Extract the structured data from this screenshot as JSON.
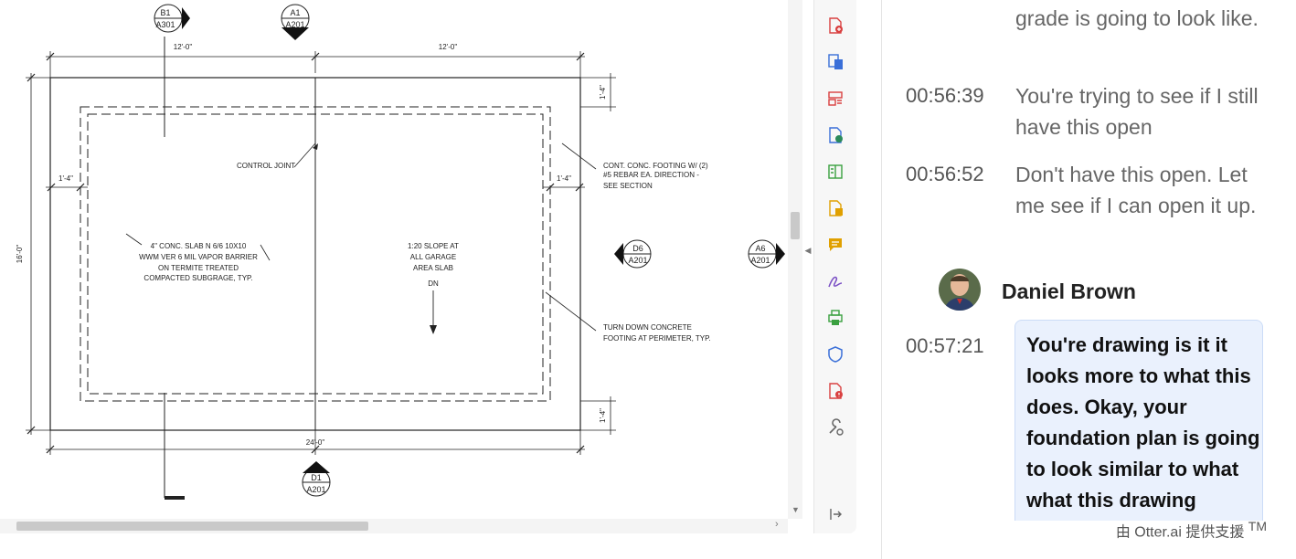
{
  "drawing": {
    "markers": {
      "b1": {
        "top": "B1",
        "bottom": "A301"
      },
      "a1": {
        "top": "A1",
        "bottom": "A201"
      },
      "d6": {
        "top": "D6",
        "bottom": "A201"
      },
      "a6": {
        "top": "A6",
        "bottom": "A201"
      },
      "d1": {
        "top": "D1",
        "bottom": "A201"
      }
    },
    "dims": {
      "top_left": "12'-0\"",
      "top_right": "12'-0\"",
      "bottom": "24'-0\"",
      "left": "16'-0\"",
      "side_left": "1'-4\"",
      "side_right": "1'-4\"",
      "right_top": "1'-4\"",
      "right_bottom": "1'-4\""
    },
    "notes": {
      "control_joint": "CONTROL JOINT",
      "footing_l1": "CONT. CONC. FOOTING W/ (2)",
      "footing_l2": "#5 REBAR EA. DIRECTION -",
      "footing_l3": "SEE SECTION",
      "slab_l1": "4\" CONC. SLAB N 6/6 10X10",
      "slab_l2": "WWM VER 6 MIL VAPOR BARRIER",
      "slab_l3": "ON TERMITE TREATED",
      "slab_l4": "COMPACTED SUBGRAGE, TYP.",
      "slope_l1": "1:20 SLOPE AT",
      "slope_l2": "ALL GARAGE",
      "slope_l3": "AREA SLAB",
      "slope_dn": "DN",
      "turndown_l1": "TURN DOWN CONCRETE",
      "turndown_l2": "FOOTING AT PERIMETER, TYP."
    }
  },
  "tools": [
    {
      "icon": "create-pdf-icon",
      "color": "#d94040"
    },
    {
      "icon": "export-pdf-icon",
      "color": "#3a6fd8"
    },
    {
      "icon": "organize-pages-icon",
      "color": "#d94040"
    },
    {
      "icon": "share-pdf-icon",
      "color": "#2a8a5a"
    },
    {
      "icon": "compress-icon",
      "color": "#3aa040"
    },
    {
      "icon": "edit-pdf-icon",
      "color": "#e0a000"
    },
    {
      "icon": "comment-icon",
      "color": "#e0a000"
    },
    {
      "icon": "fill-sign-icon",
      "color": "#7a4fc4"
    },
    {
      "icon": "print-icon",
      "color": "#3aa040"
    },
    {
      "icon": "protect-icon",
      "color": "#3a6fd8"
    },
    {
      "icon": "redact-icon",
      "color": "#d94040"
    },
    {
      "icon": "more-tools-icon",
      "color": "#666666"
    },
    {
      "icon": "collapse-panel-icon",
      "color": "#666666"
    }
  ],
  "transcript": {
    "continued_text": "grade is going to look like.",
    "entries": [
      {
        "time": "00:56:39",
        "text": "You're trying to see if I still have this open"
      },
      {
        "time": "00:56:52",
        "text": "Don't have this open. Let me see if I can open it up."
      }
    ],
    "speaker": "Daniel Brown",
    "highlight": {
      "time": "00:57:21",
      "text": "You're drawing is it it looks more to what this does. Okay, your foundation plan is going to look similar to what what this drawing"
    },
    "footer": "由 Otter.ai 提供支援",
    "footer_tm": "TM"
  }
}
